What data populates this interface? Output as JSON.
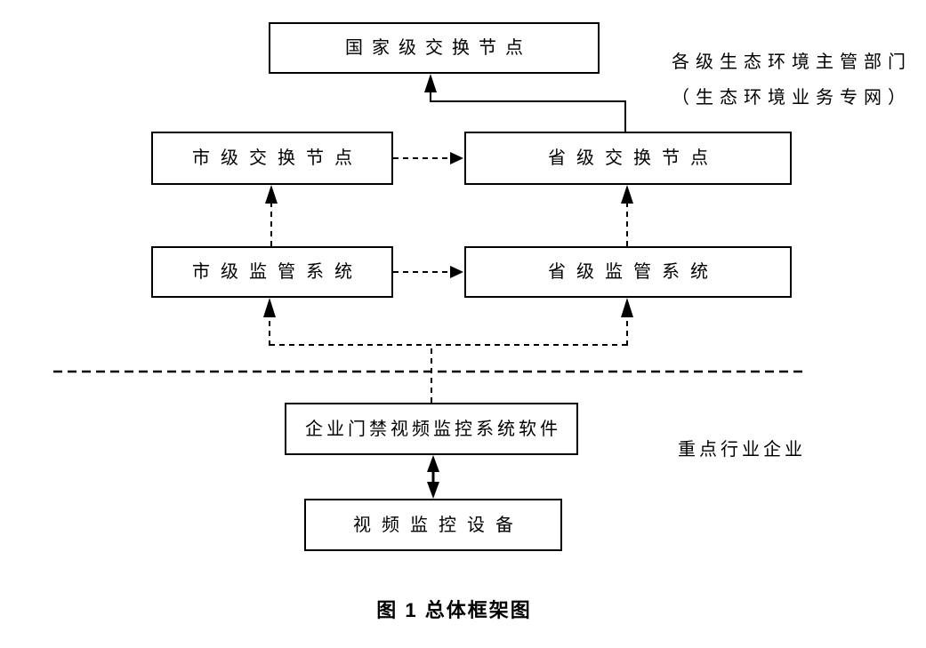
{
  "diagram": {
    "nodes": {
      "national_exchange": {
        "label": "国家级交换节点"
      },
      "city_exchange": {
        "label": "市级交换节点"
      },
      "provincial_exchange": {
        "label": "省级交换节点"
      },
      "city_supervision": {
        "label": "市级监管系统"
      },
      "provincial_supervision": {
        "label": "省级监管系统"
      },
      "enterprise_software": {
        "label": "企业门禁视频监控系统软件"
      },
      "video_device": {
        "label": "视频监控设备"
      }
    },
    "zone_labels": {
      "government_line1": "各级生态环境主管部门",
      "government_line2": "（生态环境业务专网）",
      "enterprise": "重点行业企业"
    },
    "caption": "图 1 总体框架图",
    "connections": [
      {
        "from": "provincial_exchange",
        "to": "national_exchange",
        "style": "solid",
        "arrow": "single"
      },
      {
        "from": "city_exchange",
        "to": "provincial_exchange",
        "style": "dashed",
        "arrow": "single"
      },
      {
        "from": "city_supervision",
        "to": "city_exchange",
        "style": "dashed",
        "arrow": "single"
      },
      {
        "from": "city_supervision",
        "to": "provincial_supervision",
        "style": "dashed",
        "arrow": "single"
      },
      {
        "from": "provincial_supervision",
        "to": "provincial_exchange",
        "style": "dashed",
        "arrow": "single"
      },
      {
        "from": "enterprise_software",
        "to": "city_supervision",
        "style": "dashed",
        "arrow": "single"
      },
      {
        "from": "enterprise_software",
        "to": "provincial_supervision",
        "style": "dashed",
        "arrow": "single"
      },
      {
        "from": "enterprise_software",
        "to": "video_device",
        "style": "solid",
        "arrow": "double"
      }
    ],
    "colors": {
      "background": "#ffffff",
      "line": "#000000",
      "box_border": "#000000",
      "text": "#000000"
    }
  }
}
